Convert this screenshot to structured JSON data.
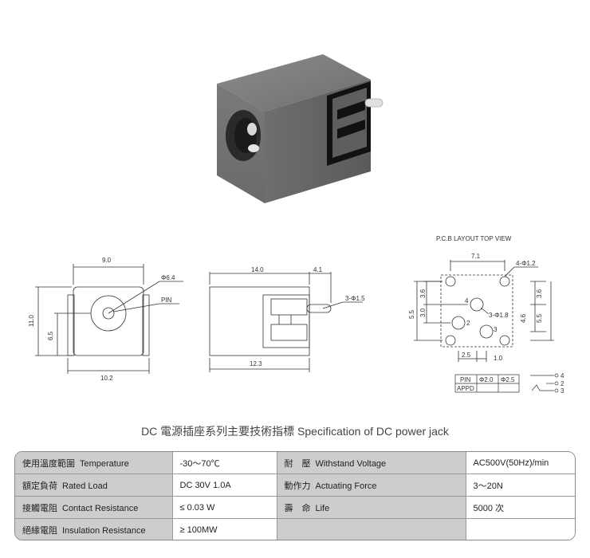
{
  "drawing": {
    "front": {
      "width": "9.0",
      "bottom_width": "10.2",
      "height": "11.0",
      "hole_height": "6.5",
      "diameter": "Φ6.4",
      "pin_label": "PIN"
    },
    "side": {
      "length": "14.0",
      "pin_len": "4.1",
      "total": "12.3",
      "pins": "3-Φ1.5"
    },
    "pcb": {
      "caption": "P.C.B LAYOUT    TOP VIEW",
      "width": "7.1",
      "holes": "4-Φ1.2",
      "pin_holes": "3-Φ1.8",
      "left_dims": [
        "3.6",
        "3.0",
        "5.5"
      ],
      "right_dims": [
        "3.6",
        "4.6",
        "5.5"
      ],
      "bottom_dims": [
        "2.5",
        "1.0"
      ],
      "pin_numbers": [
        "4",
        "2",
        "3"
      ]
    },
    "pin_table": {
      "headers": [
        "PIN",
        "Φ2.0",
        "Φ2.5"
      ],
      "row": [
        "APPD",
        "",
        ""
      ]
    },
    "schematic_pins": [
      "4",
      "2",
      "3"
    ]
  },
  "title": "DC  電源插座系列主要技術指標 Specification of DC power jack",
  "specs": [
    {
      "label_cn": "使用溫度範圍",
      "label_en": "Temperature",
      "value": "-30～70℃",
      "label2_cn": "耐　壓",
      "label2_en": "Withstand Voltage",
      "value2": "AC500V(50Hz)/min"
    },
    {
      "label_cn": "額定負荷",
      "label_en": "Rated Load",
      "value": "DC  30V  1.0A",
      "label2_cn": "動作力",
      "label2_en": "Actuating Force",
      "value2": "3～20N"
    },
    {
      "label_cn": "接觸電阻",
      "label_en": "Contact Resistance",
      "value": "≤ 0.03 W",
      "label2_cn": "壽　命",
      "label2_en": "Life",
      "value2": "5000 次"
    },
    {
      "label_cn": "絕緣電阻",
      "label_en": "Insulation Resistance",
      "value": "≥ 100MW",
      "label2_cn": "",
      "label2_en": "",
      "value2": ""
    }
  ]
}
